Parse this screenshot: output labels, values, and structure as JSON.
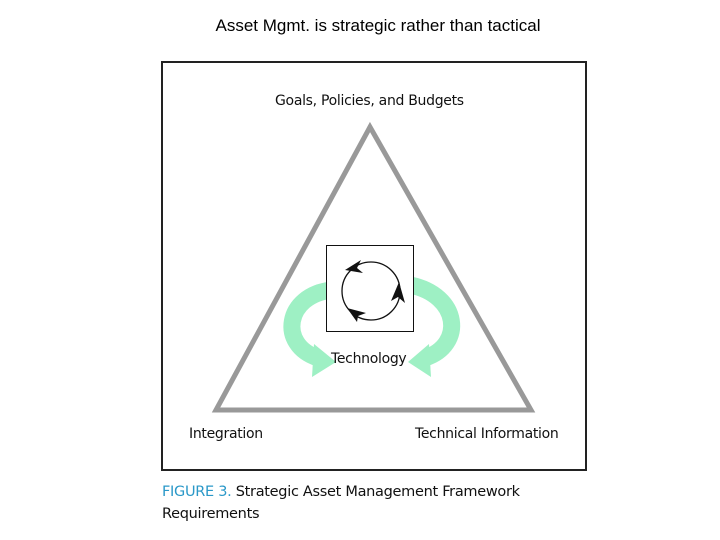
{
  "slide": {
    "title": "Asset Mgmt. is strategic rather than tactical"
  },
  "figure": {
    "labels": {
      "top": "Goals, Policies, and Budgets",
      "center": "Technology",
      "bottom_left": "Integration",
      "bottom_right": "Technical Information"
    },
    "caption": {
      "label": "FIGURE 3.",
      "text": "Strategic Asset Management Framework Requirements"
    },
    "colors": {
      "triangle": "#999999",
      "arrows": "#9ef0c4",
      "caption_label": "#2a98c8"
    }
  }
}
